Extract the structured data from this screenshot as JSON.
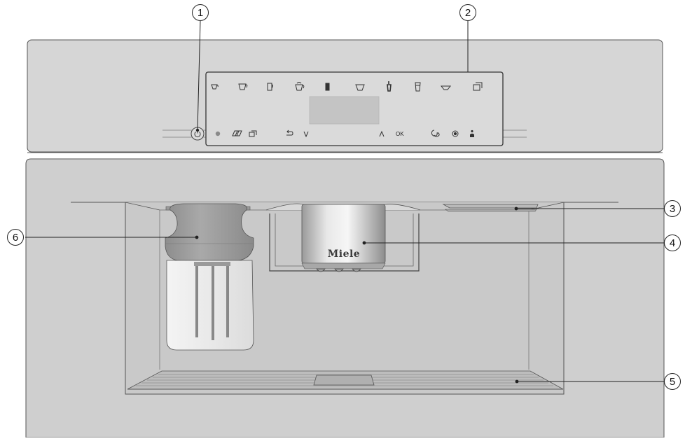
{
  "diagram": {
    "brand_logo": "Miele",
    "control_labels": {
      "ok": "OK"
    },
    "callouts": [
      {
        "number": "1",
        "part": "power-button"
      },
      {
        "number": "2",
        "part": "control-panel"
      },
      {
        "number": "3",
        "part": "drip-tray-slot"
      },
      {
        "number": "4",
        "part": "central-spout"
      },
      {
        "number": "5",
        "part": "drip-tray"
      },
      {
        "number": "6",
        "part": "milk-container"
      }
    ],
    "icons": [
      "power-icon",
      "dot-icon",
      "double-cup-icon",
      "cup-select-icon",
      "back-icon",
      "down-arrow-icon",
      "up-arrow-icon",
      "bean-icon",
      "care-icon",
      "profile-icon",
      "espresso-icon",
      "coffee-icon",
      "latte-glass-icon",
      "cappuccino-icon",
      "hot-milk-icon",
      "long-coffee-icon",
      "latte-macchiato-icon",
      "tall-glass-icon",
      "milk-froth-icon",
      "pot-icon"
    ],
    "colors": {
      "panel": "#d6d6d6",
      "body": "#cfcfcf",
      "outline": "#555555",
      "steel": "#c9c9c9",
      "display": "#c4c4c4"
    }
  }
}
